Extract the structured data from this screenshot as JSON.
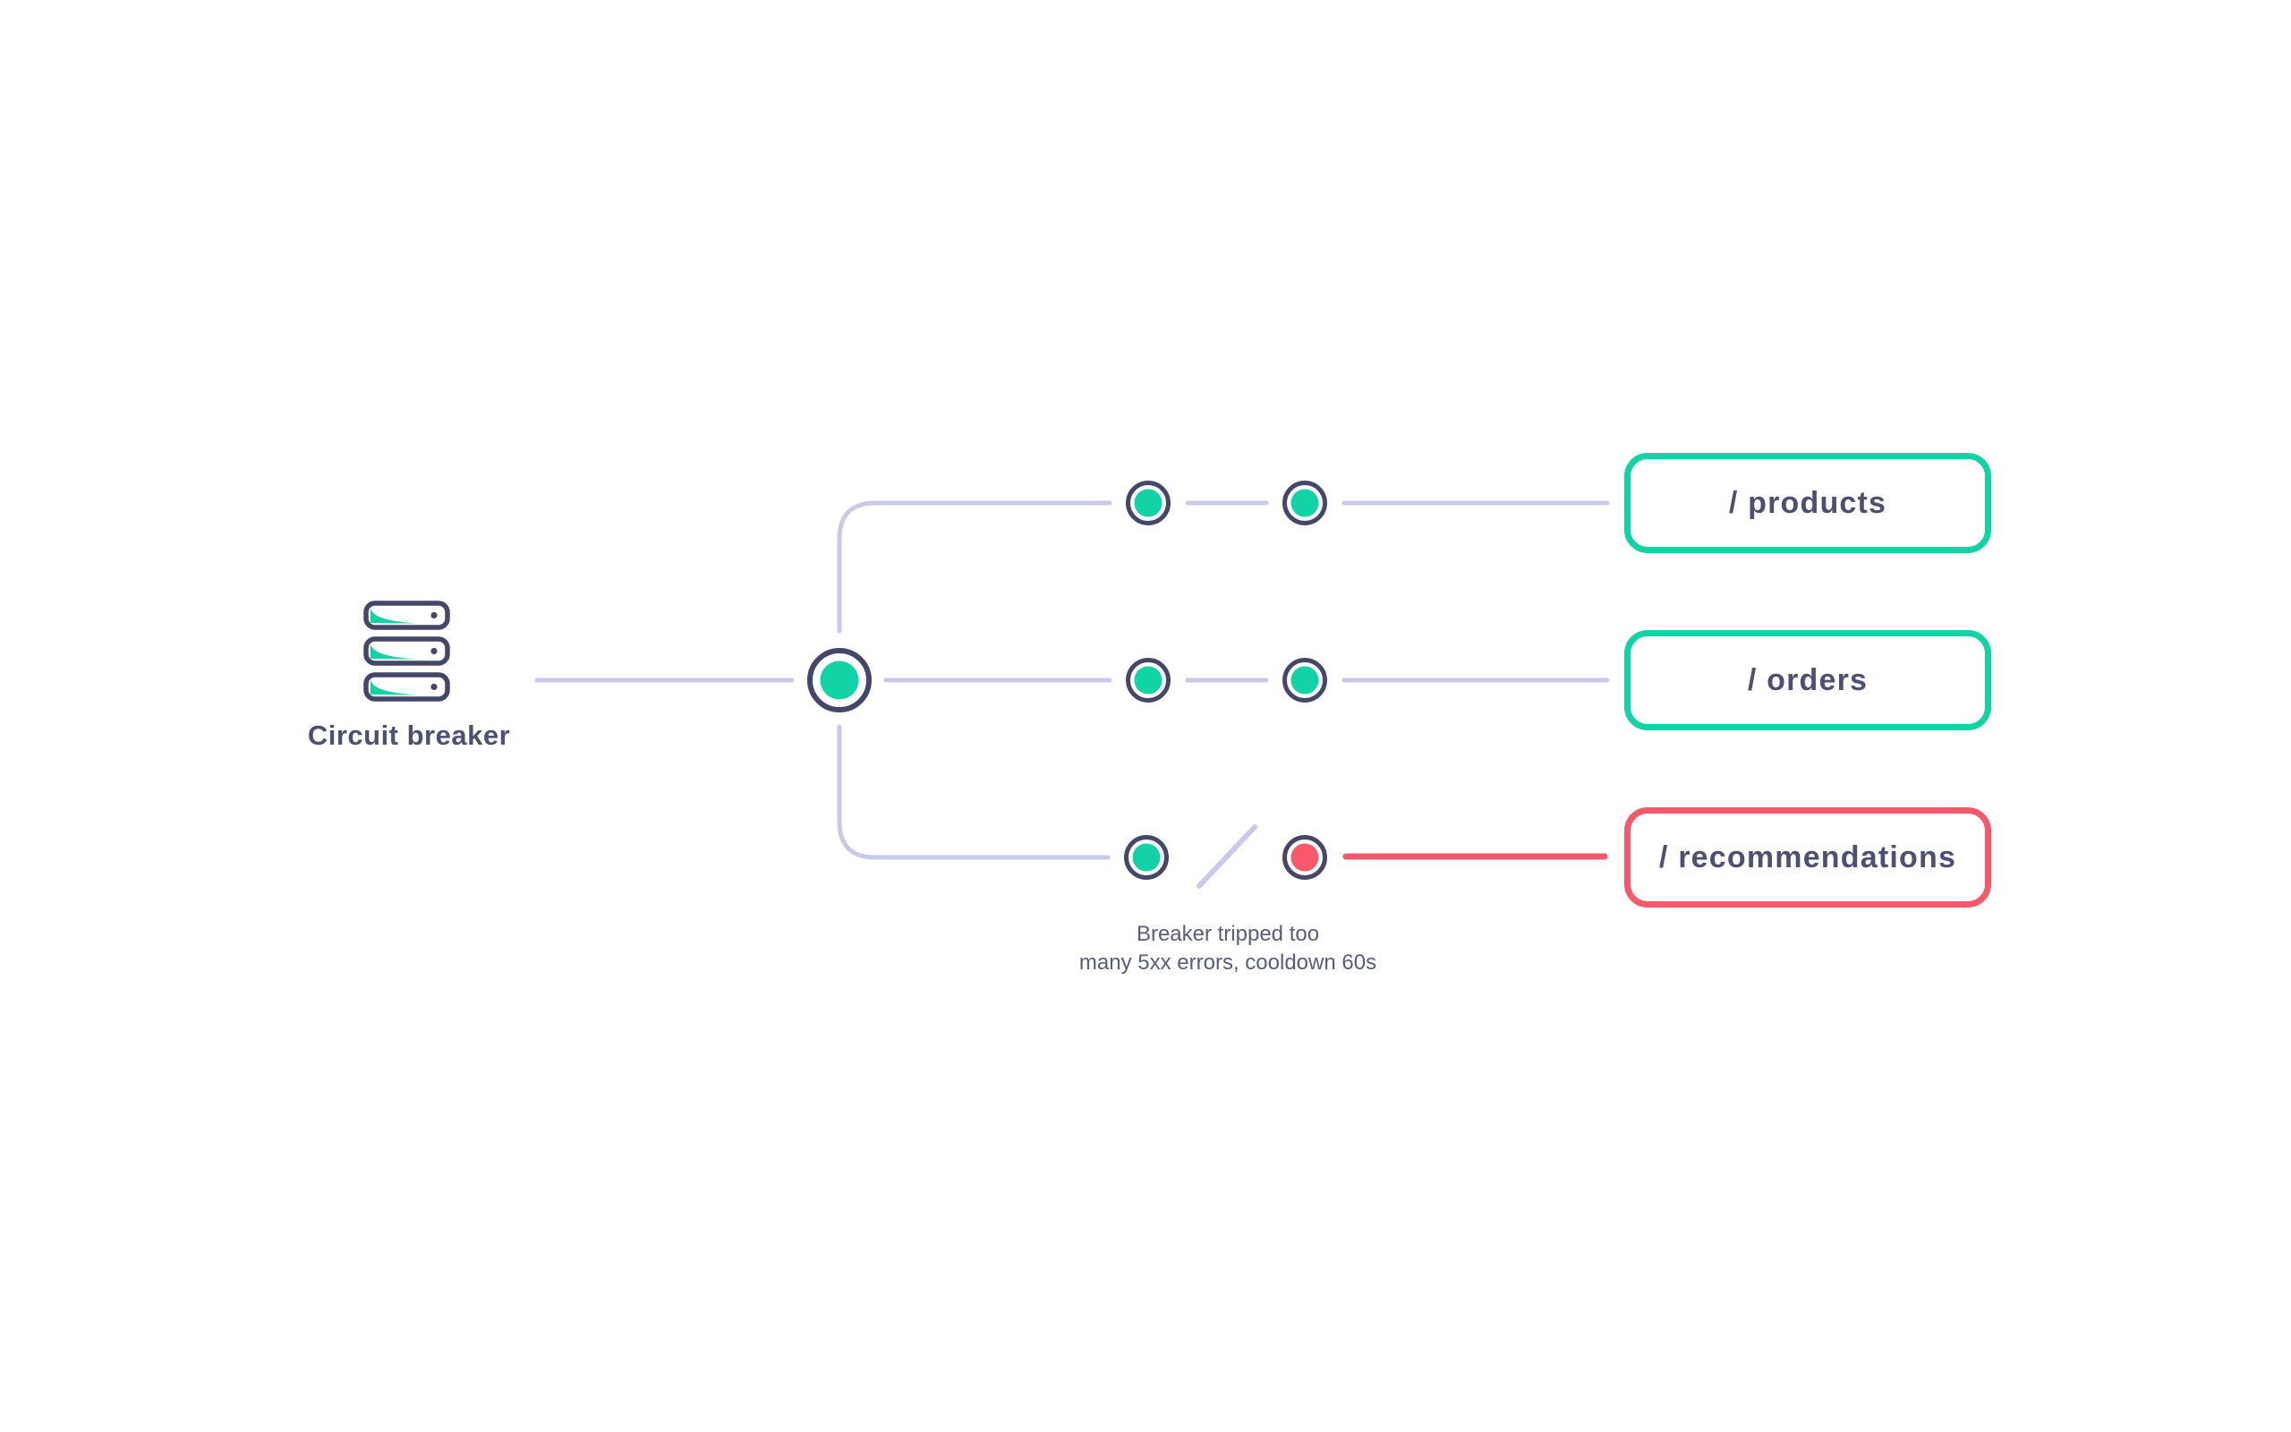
{
  "colors": {
    "teal": "#11d3a6",
    "coral": "#f6596c",
    "slate": "#454768",
    "label": "#4d5071",
    "line": "#c9c9e9",
    "caption": "#585c7d"
  },
  "source": {
    "label": "Circuit breaker",
    "icon": "server-stack-icon"
  },
  "hub": {
    "state": "closed",
    "color": "teal"
  },
  "branches": [
    {
      "id": "products",
      "endpoint": "/ products",
      "state": "healthy",
      "nodes": [
        "teal",
        "teal"
      ],
      "link_color": "lavender"
    },
    {
      "id": "orders",
      "endpoint": "/ orders",
      "state": "healthy",
      "nodes": [
        "teal",
        "teal"
      ],
      "link_color": "lavender"
    },
    {
      "id": "recommendations",
      "endpoint": "/ recommendations",
      "state": "tripped",
      "nodes": [
        "teal",
        "red"
      ],
      "link_color": "coral"
    }
  ],
  "note": {
    "line1": "Breaker tripped too",
    "line2": "many 5xx errors, cooldown 60s"
  }
}
